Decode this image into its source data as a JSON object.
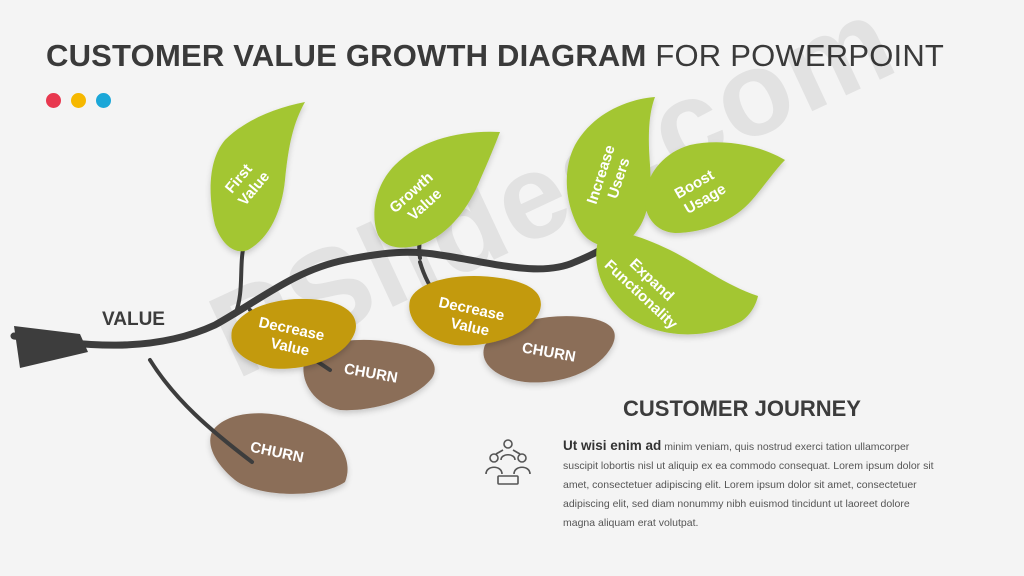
{
  "header": {
    "title_bold": "CUSTOMER VALUE GROWTH DIAGRAM",
    "title_light": "FOR POWERPOINT",
    "dot_colors": [
      "#e8384f",
      "#f6b800",
      "#1ba7d8"
    ]
  },
  "diagram": {
    "value_label": "VALUE",
    "leaves": {
      "first_value": [
        "First",
        "Value"
      ],
      "growth_value": [
        "Growth",
        "Value"
      ],
      "increase_users": [
        "Increase",
        "Users"
      ],
      "boost_usage": [
        "Boost",
        "Usage"
      ],
      "expand_functionality": [
        "Expand",
        "Functionality"
      ],
      "decrease_value_1": [
        "Decrease",
        "Value"
      ],
      "decrease_value_2": [
        "Decrease",
        "Value"
      ],
      "churn_1": "CHURN",
      "churn_2": "CHURN",
      "churn_3": "CHURN"
    },
    "colors": {
      "green": "#a3c631",
      "mustard": "#c39a08",
      "brown": "#8b6e58",
      "branch": "#3d3d3d"
    }
  },
  "watermark": "PSlides.com",
  "journey": {
    "title": "CUSTOMER JOURNEY",
    "lead": "Ut wisi enim ad",
    "body": "minim veniam, quis nostrud exerci tation ullamcorper suscipit lobortis nisl ut aliquip ex ea commodo consequat. Lorem ipsum dolor sit amet, consectetuer adipiscing elit. Lorem ipsum dolor sit amet, consectetuer adipiscing elit, sed diam nonummy nibh euismod tincidunt ut laoreet dolore magna aliquam erat volutpat.",
    "icon": "people-group-icon"
  }
}
